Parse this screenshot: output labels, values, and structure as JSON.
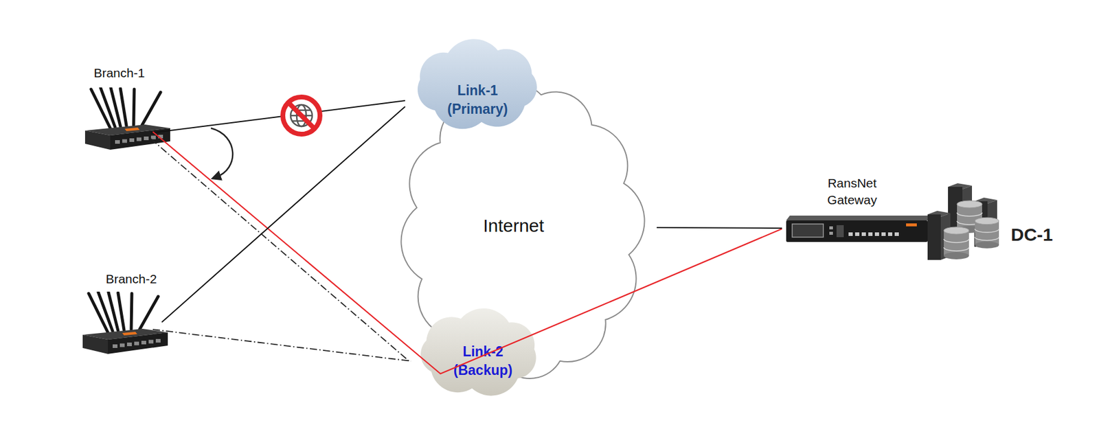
{
  "diagram": {
    "nodes": [
      {
        "text": [
          "Branch-1"
        ]
      },
      {
        "text": [
          "Link-1 (Primary)"
        ]
      },
      {
        "text": [
          "Internet"
        ]
      },
      {
        "text": [
          "RansNet Gateway"
        ]
      },
      {
        "text": [
          "DC-1"
        ]
      },
      {
        "text": [
          "Branch-2"
        ]
      },
      {
        "text": [
          "Link-2 (Backup)"
        ]
      }
    ],
    "edges": [
      {
        "from": 0,
        "to": 1,
        "arrow": "none"
      },
      {
        "from": 0,
        "to": 6,
        "arrow": "none"
      },
      {
        "from": 0,
        "to": 3,
        "arrow": "none"
      },
      {
        "from": 5,
        "to": 1,
        "arrow": "none"
      },
      {
        "from": 5,
        "to": 6,
        "arrow": "none"
      },
      {
        "from": 2,
        "to": 3,
        "arrow": "none"
      }
    ]
  }
}
